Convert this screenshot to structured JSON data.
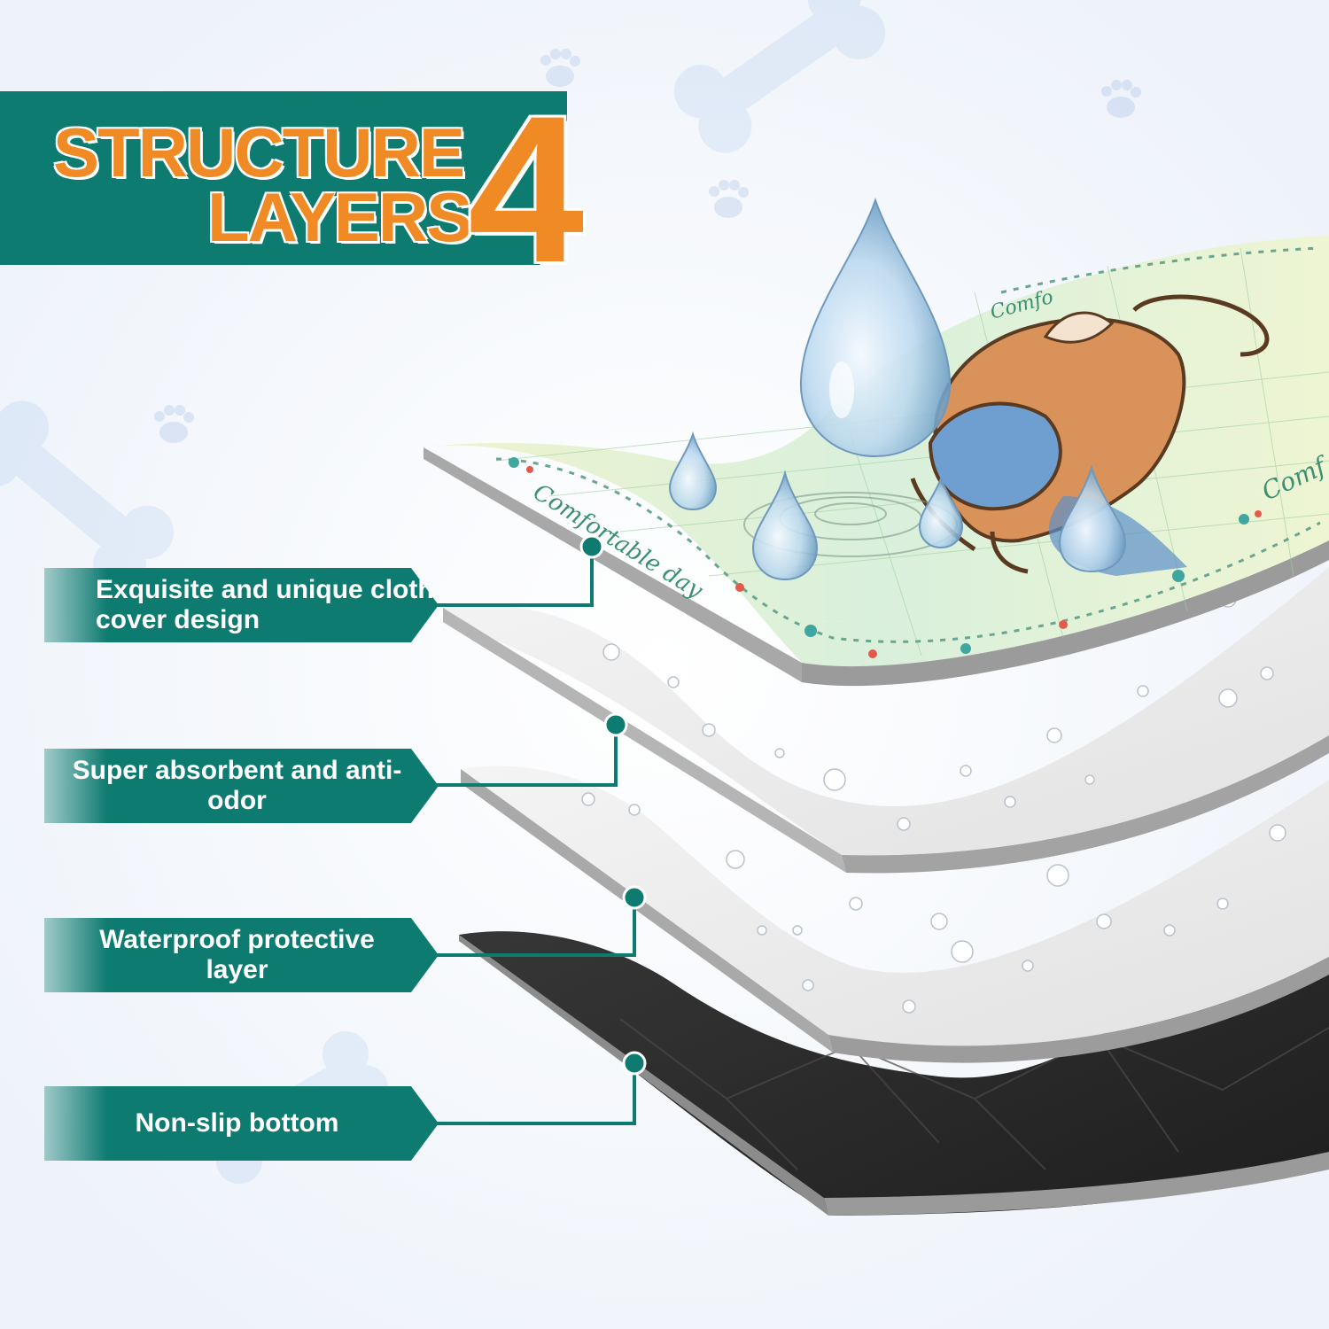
{
  "header": {
    "word_1": "STRUCTURE",
    "word_2": "LAYERS",
    "number": "4"
  },
  "layers": [
    {
      "label": "Exquisite and unique cloth cover design"
    },
    {
      "label": "Super absorbent and anti-odor"
    },
    {
      "label": "Waterproof protective layer"
    },
    {
      "label": "Non-slip bottom"
    }
  ],
  "pad_print": {
    "text_1": "Comfortable day",
    "text_2": "Comf",
    "text_3": "Comfo"
  },
  "colors": {
    "banner_teal": "#0e7b70",
    "title_orange": "#f08a24",
    "top_layer": "#e8f5d6",
    "bottom_layer": "#2b2b2b"
  }
}
